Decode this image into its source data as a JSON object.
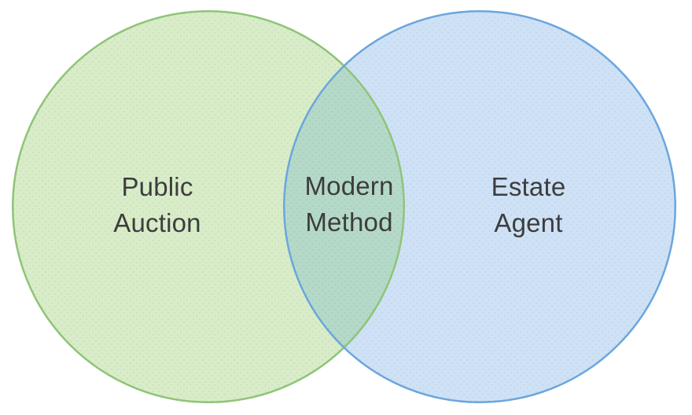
{
  "diagram": {
    "type": "venn-2-set",
    "title": null,
    "left_set": {
      "lines": [
        "Public",
        "Auction"
      ]
    },
    "overlap_set": {
      "lines": [
        "Modern",
        "Method"
      ]
    },
    "right_set": {
      "lines": [
        "Estate",
        "Agent"
      ]
    }
  },
  "colors": {
    "background": "#ffffff",
    "text": "#3d3d3d",
    "green_fill": "#d9ecca",
    "green_stroke": "#8fc477",
    "green_dot": "#c3e0a6",
    "blue_fill": "#cfe1f5",
    "blue_stroke": "#6ba6dd",
    "blue_dot": "#b9d3ee",
    "overlap_fill": "#b5d9c8",
    "overlap_dot": "#a2cab7"
  }
}
